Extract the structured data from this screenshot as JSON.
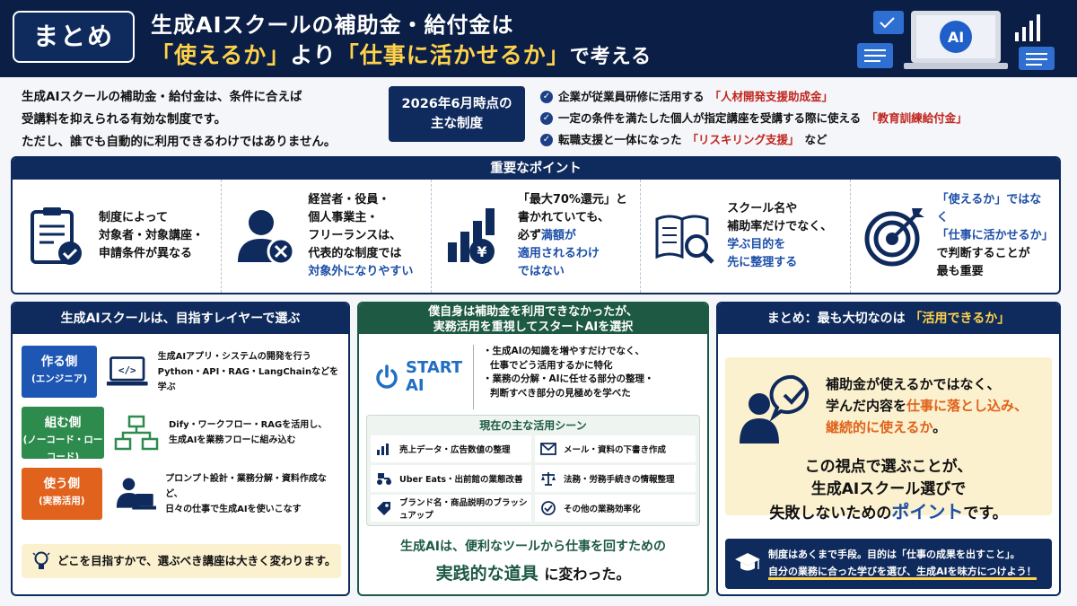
{
  "header": {
    "badge": "まとめ",
    "title_line1": "生成AIスクールの補助金・給付金は",
    "title_q1": "「使えるか」",
    "title_mid": "より",
    "title_q2": "「仕事に活かせるか」",
    "title_end": "で考える",
    "ai_label": "AI"
  },
  "intro": {
    "line1": "生成AIスクールの補助金・給付金は、条件に合えば",
    "line2": "受講料を抑えられる有効な制度です。",
    "line3": "ただし、誰でも自動的に利用できるわけではありません。"
  },
  "systems": {
    "pill_line1": "2026年6月時点の",
    "pill_line2": "主な制度",
    "items": [
      {
        "pre": "企業が従業員研修に活用する",
        "hl": "「人材開発支援助成金」",
        "post": ""
      },
      {
        "pre": "一定の条件を満たした個人が指定講座を受講する際に使える",
        "hl": "「教育訓練給付金」",
        "post": ""
      },
      {
        "pre": "転職支援と一体になった",
        "hl": "「リスキリング支援」",
        "post": "など"
      }
    ]
  },
  "points": {
    "title": "重要なポイント",
    "p1": [
      "制度によって",
      "対象者・対象講座・",
      "申請条件が異なる"
    ],
    "p2": [
      "経営者・役員・",
      "個人事業主・",
      "フリーランスは、",
      "代表的な制度では"
    ],
    "p2_hl": "対象外になりやすい",
    "p3": [
      "「最大70%還元」と",
      "書かれていても、"
    ],
    "p3_pre": "必ず",
    "p3_hl1": "満額が",
    "p3_hl2": "適用されるわけ",
    "p3_hl3": "ではない",
    "p4": [
      "スクール名や",
      "補助率だけでなく、"
    ],
    "p4_hl1": "学ぶ目的を",
    "p4_hl2": "先に整理する",
    "p5_hl1": "「使えるか」ではなく",
    "p5_hl2": "「仕事に活かせるか」",
    "p5": [
      "で判断することが",
      "最も重要"
    ]
  },
  "layers": {
    "title": "生成AIスクールは、目指すレイヤーで選ぶ",
    "roles": [
      {
        "name": "作る側",
        "sub": "(エンジニア)",
        "d1": "生成AIアプリ・システムの開発を行う",
        "d2": "Python・API・RAG・LangChainなどを学ぶ",
        "color": "#1d56b3"
      },
      {
        "name": "組む側",
        "sub": "(ノーコード・ローコード)",
        "d1": "Dify・ワークフロー・RAGを活用し、",
        "d2": "生成AIを業務フローに組み込む",
        "color": "#2e8b4e"
      },
      {
        "name": "使う側",
        "sub": "(実務活用)",
        "d1": "プロンプト設計・業務分解・資料作成など、",
        "d2": "日々の仕事で生成AIを使いこなす",
        "color": "#e0621c"
      }
    ],
    "tip": "どこを目指すかで、選ぶべき講座は大きく変わります。"
  },
  "experience": {
    "title1": "僕自身は補助金を利用できなかったが、",
    "title2": "実務活用を重視してスタートAIを選択",
    "logo1": "START",
    "logo2": "AI",
    "b1a": "・生成AIの知識を増やすだけでなく、",
    "b1b": "仕事でどう活用するかに特化",
    "b2a": "・業務の分解・AIに任せる部分の整理・",
    "b2b": "判断すべき部分の見極めを学べた",
    "scene_title": "現在の主な活用シーン",
    "scenes": [
      "売上データ・広告数値の整理",
      "メール・資料の下書き作成",
      "Uber Eats・出前館の業態改善",
      "法務・労務手続きの情報整理",
      "ブランド名・商品説明のブラッシュアップ",
      "その他の業務効率化"
    ],
    "tail1": "生成AIは、便利なツールから仕事を回すための",
    "tail2": "実践的な道具",
    "tail3": "に変わった。"
  },
  "summary": {
    "title_pre": "まとめ：最も大切なのは",
    "title_hl": "「活用できるか」",
    "l1": "補助金が使えるかではなく、",
    "l2_pre": "学んだ内容を",
    "l2_hl": "仕事に落とし込み、",
    "l3_hl": "継続的に使えるか",
    "l3_post": "。",
    "m1": "この視点で選ぶことが、",
    "m2": "生成AIスクール選びで",
    "m3_pre": "失敗しないための",
    "m3_hl": "ポイント",
    "m3_post": "です。",
    "foot1": "制度はあくまで手段。目的は「仕事の成果を出すこと」。",
    "foot2": "自分の業務に合った学びを選び、生成AIを味方につけよう！"
  }
}
